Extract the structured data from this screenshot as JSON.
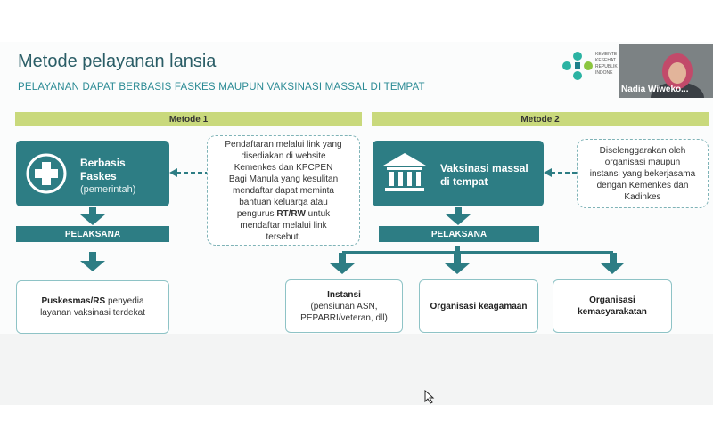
{
  "slide": {
    "title": "Metode pelayanan lansia",
    "subtitle": "PELAYANAN DAPAT BERBASIS FASKES MAUPUN VAKSINASI MASSAL DI TEMPAT"
  },
  "logo": {
    "line1": "KEMENTE",
    "line2": "KESEHAT",
    "line3": "REPUBLIK",
    "line4": "INDONE"
  },
  "video": {
    "participant_name": "Nadia Wiweko..."
  },
  "method1": {
    "header": "Metode 1",
    "box_label_1": "Berbasis",
    "box_label_2": "Faskes",
    "box_sub": "(pemerintah)",
    "pelaksana": "PELAKSANA",
    "note_1": "Pendaftaran melalui link yang",
    "note_2": "disediakan di website",
    "note_3": "Kemenkes dan KPCPEN",
    "note_4": "Bagi Manula yang kesulitan",
    "note_5": "mendaftar dapat meminta",
    "note_6": "bantuan keluarga atau",
    "note_7a": "pengurus ",
    "note_7b": "RT/RW",
    "note_7c": " untuk",
    "note_8": "mendaftar melalui link",
    "note_9": "tersebut.",
    "result_bold": "Puskesmas/RS",
    "result_rest": " penyedia",
    "result_line2": "layanan vaksinasi terdekat"
  },
  "method2": {
    "header": "Metode 2",
    "box_label_1": "Vaksinasi massal",
    "box_label_2": "di tempat",
    "pelaksana": "PELAKSANA",
    "note_1": "Diselenggarakan oleh",
    "note_2": "organisasi maupun",
    "note_3": "instansi yang bekerjasama",
    "note_4": "dengan Kemenkes dan",
    "note_5": "Kadinkes",
    "out1_title": "Instansi",
    "out1_line2": "(pensiunan ASN,",
    "out1_line3": "PEPABRI/veteran, dll)",
    "out2_title": "Organisasi keagamaan",
    "out3_title_1": "Organisasi",
    "out3_title_2": "kemasyarakatan"
  },
  "colors": {
    "teal": "#2d7d84",
    "lime": "#c9d97c",
    "title": "#2a5d66"
  }
}
